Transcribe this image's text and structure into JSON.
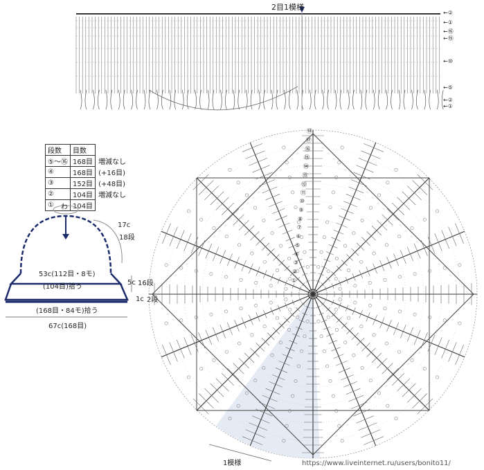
{
  "top_chart": {
    "title": "2目1模様",
    "row_markers": [
      "②",
      "①",
      "⑯",
      "⑮",
      "⑩",
      "⑤",
      "②",
      "①"
    ]
  },
  "stitch_table": {
    "headers": [
      "段数",
      "目数"
    ],
    "rows": [
      {
        "row": "⑤〜⑯",
        "count": "168目",
        "note": "増減なし"
      },
      {
        "row": "④",
        "count": "168目",
        "note": "(+16目)"
      },
      {
        "row": "③",
        "count": "152目",
        "note": "(+48目)"
      },
      {
        "row": "②",
        "count": "104目",
        "note": "増減なし"
      },
      {
        "row": "①",
        "count": "104目",
        "note": ""
      }
    ]
  },
  "hat_diagram": {
    "top_label": "わ",
    "crown_height": "17c",
    "crown_rows": "18段",
    "band_width": "53c(112目・8モ)",
    "pickup": "(104目)拾う",
    "band_height": "5c",
    "band_rows": "16段",
    "brim_height": "1c",
    "brim_rows": "2段",
    "brim_pickup": "(168目・84モ)拾う",
    "brim_width": "67c(168目)"
  },
  "round_chart": {
    "row_numbers": [
      "⑱",
      "⑰",
      "⑯",
      "⑮",
      "⑭",
      "⑬",
      "⑫",
      "⑪",
      "⑩",
      "⑨",
      "⑧",
      "⑦",
      "⑥",
      "⑤",
      "④",
      "③",
      "②",
      "①"
    ],
    "motif_label": "1模様"
  },
  "watermark": "https://www.liveinternet.ru/users/bonito11/"
}
